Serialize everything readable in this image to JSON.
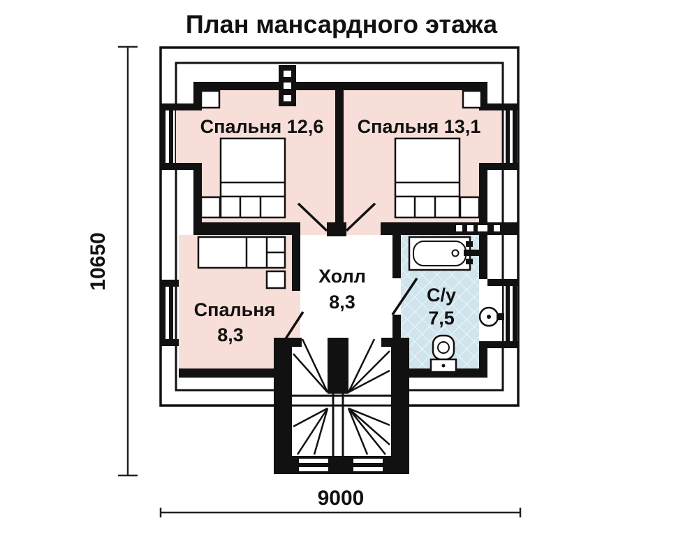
{
  "title": "План мансардного этажа",
  "dimensions": {
    "height_mm": "10650",
    "width_mm": "9000"
  },
  "rooms": {
    "bedroom1": {
      "label": "Спальня 12,6"
    },
    "bedroom2": {
      "label": "Спальня 13,1"
    },
    "bedroom3": {
      "name": "Спальня",
      "area": "8,3"
    },
    "hall": {
      "name": "Холл",
      "area": "8,3"
    },
    "bathroom": {
      "name": "С/у",
      "area": "7,5"
    }
  },
  "fixtures": {
    "bedroom1": "double-bed",
    "bedroom2": "double-bed",
    "bedroom3": "single-bed",
    "bathroom": [
      "bathtub",
      "toilet",
      "sink"
    ],
    "stairwell": "winder-staircase",
    "chimney": "ventilation-chimney"
  },
  "colors": {
    "background": "#ffffff",
    "wall": "#111111",
    "room_fill": "#f8ded8",
    "bathroom_fill": "#cfe4ec",
    "bathroom_grid": "#ffffff"
  }
}
